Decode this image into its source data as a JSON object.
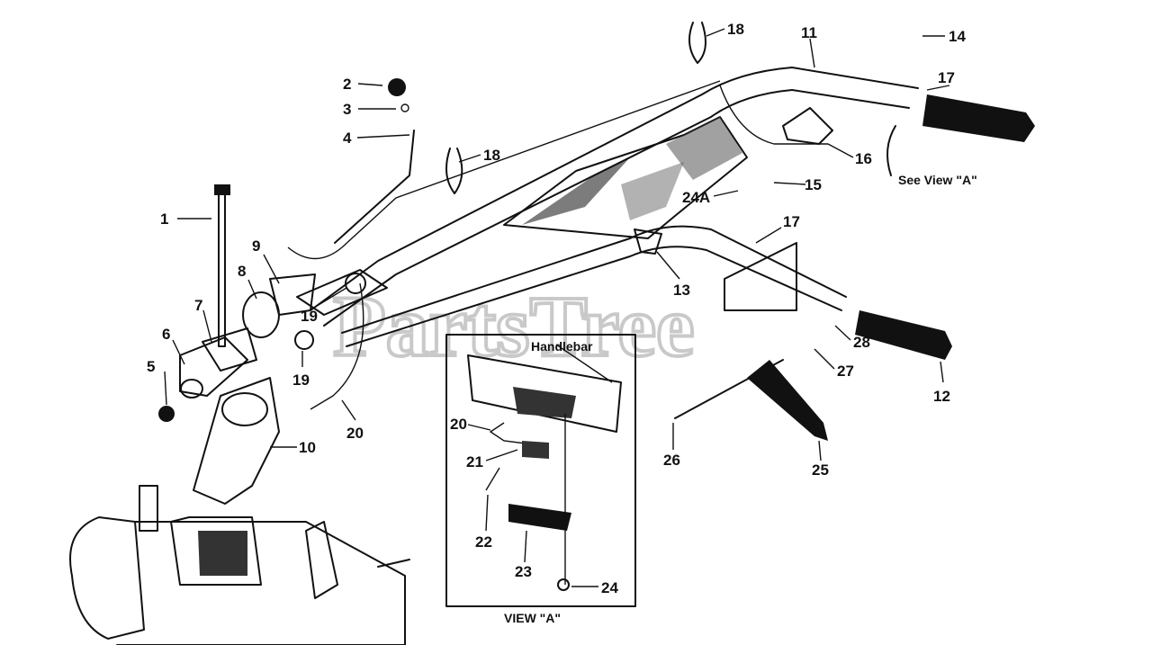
{
  "watermark": "PartsTree",
  "view_label": "VIEW \"A\"",
  "handlebar_label": "Handlebar",
  "see_view_label": "See View \"A\"",
  "callouts": [
    {
      "id": "c1",
      "text": "1"
    },
    {
      "id": "c2",
      "text": "2"
    },
    {
      "id": "c3",
      "text": "3"
    },
    {
      "id": "c4",
      "text": "4"
    },
    {
      "id": "c5",
      "text": "5"
    },
    {
      "id": "c6",
      "text": "6"
    },
    {
      "id": "c7",
      "text": "7"
    },
    {
      "id": "c8",
      "text": "8"
    },
    {
      "id": "c9",
      "text": "9"
    },
    {
      "id": "c10",
      "text": "10"
    },
    {
      "id": "c11",
      "text": "11"
    },
    {
      "id": "c12",
      "text": "12"
    },
    {
      "id": "c13",
      "text": "13"
    },
    {
      "id": "c14",
      "text": "14"
    },
    {
      "id": "c15",
      "text": "15"
    },
    {
      "id": "c16",
      "text": "16"
    },
    {
      "id": "c17a",
      "text": "17"
    },
    {
      "id": "c17b",
      "text": "17"
    },
    {
      "id": "c18a",
      "text": "18"
    },
    {
      "id": "c18b",
      "text": "18"
    },
    {
      "id": "c19a",
      "text": "19"
    },
    {
      "id": "c19b",
      "text": "19"
    },
    {
      "id": "c20a",
      "text": "20"
    },
    {
      "id": "c20b",
      "text": "20"
    },
    {
      "id": "c21",
      "text": "21"
    },
    {
      "id": "c22",
      "text": "22"
    },
    {
      "id": "c23",
      "text": "23"
    },
    {
      "id": "c24",
      "text": "24"
    },
    {
      "id": "c24a",
      "text": "24A"
    },
    {
      "id": "c25",
      "text": "25"
    },
    {
      "id": "c26",
      "text": "26"
    },
    {
      "id": "c27",
      "text": "27"
    },
    {
      "id": "c28",
      "text": "28"
    }
  ]
}
